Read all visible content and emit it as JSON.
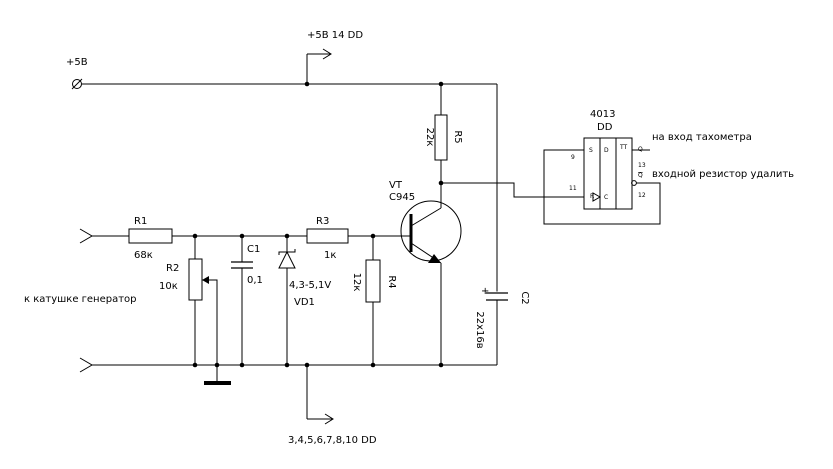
{
  "rails": {
    "plus5v": "+5В",
    "plus5v_dd": "+5В 14 DD",
    "ground_dd": "3,4,5,6,7,8,10 DD"
  },
  "input": {
    "label": "к катушке генератор"
  },
  "components": {
    "r1": {
      "ref": "R1",
      "value": "68к"
    },
    "r2": {
      "ref": "R2",
      "value": "10к"
    },
    "c1": {
      "ref": "C1",
      "value": "0,1"
    },
    "vd1": {
      "ref": "VD1",
      "value": "4,3-5,1V"
    },
    "r3": {
      "ref": "R3",
      "value": "1к"
    },
    "r4": {
      "ref": "R4",
      "value": "12к"
    },
    "vt": {
      "ref": "VT",
      "value": "C945"
    },
    "r5": {
      "ref": "R5",
      "value": "22к"
    },
    "c2": {
      "ref": "C2",
      "value": "22х16в",
      "polarity": "+"
    }
  },
  "ic": {
    "part": "4013",
    "ref": "DD",
    "symbol": "TT",
    "pins": {
      "d": "D",
      "c": "C",
      "q": "Q",
      "qn": "Q"
    },
    "pin_numbers": {
      "d": "9",
      "c": "11",
      "q": "13",
      "qn": "12"
    },
    "pin_letters": {
      "s": "S",
      "r": "R"
    }
  },
  "notes": {
    "output": "на вход тахометра",
    "remove_resistor": "входной резистор удалить"
  }
}
